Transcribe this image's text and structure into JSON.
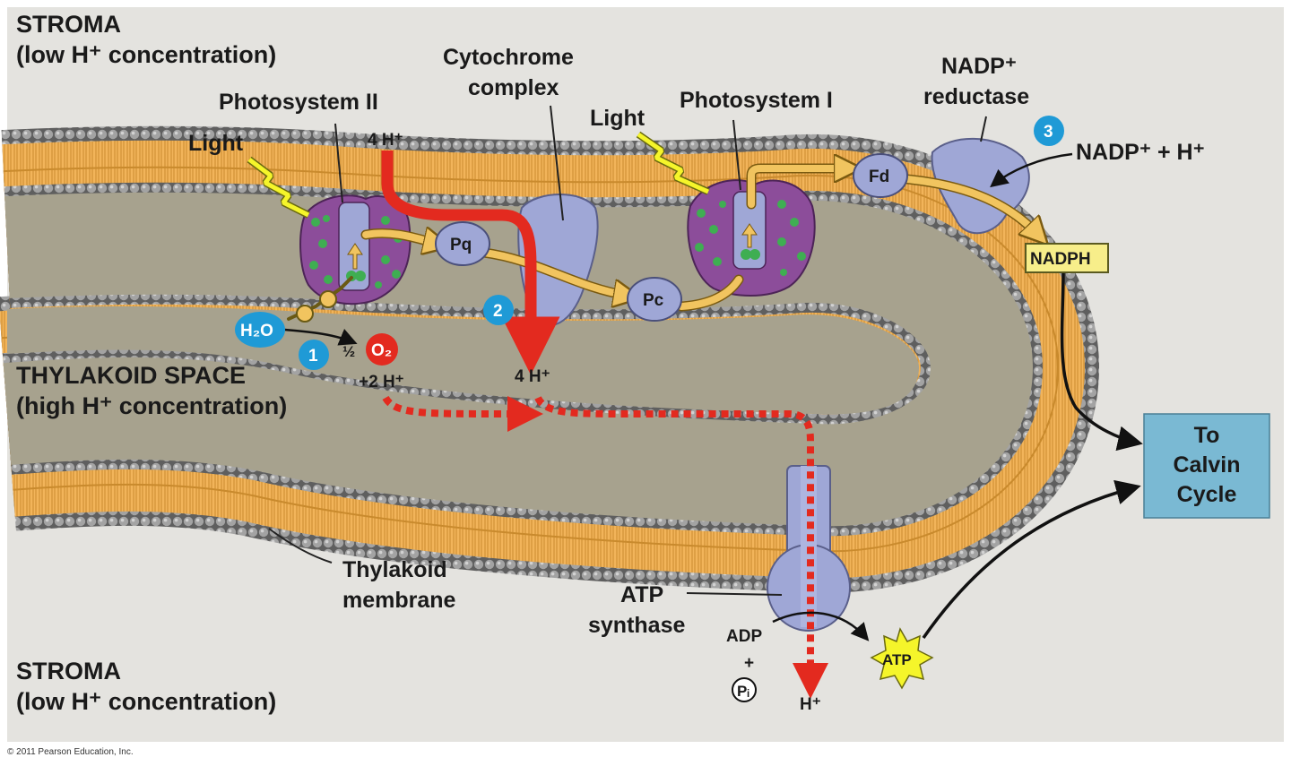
{
  "regions": {
    "stroma_top_title": "STROMA",
    "stroma_top_sub": "(low H⁺ concentration)",
    "thylakoid_space_title": "THYLAKOID SPACE",
    "thylakoid_space_sub": "(high H⁺ concentration)",
    "stroma_bottom_title": "STROMA",
    "stroma_bottom_sub": "(low H⁺ concentration)"
  },
  "components": {
    "photosystem_ii": "Photosystem II",
    "cytochrome_line1": "Cytochrome",
    "cytochrome_line2": "complex",
    "photosystem_i": "Photosystem I",
    "nadp_reductase_line1": "NADP⁺",
    "nadp_reductase_line2": "reductase",
    "thylakoid_membrane_line1": "Thylakoid",
    "thylakoid_membrane_line2": "membrane",
    "atp_synthase_line1": "ATP",
    "atp_synthase_line2": "synthase"
  },
  "carriers": {
    "pq": "Pq",
    "pc": "Pc",
    "fd": "Fd"
  },
  "light_labels": {
    "light1": "Light",
    "light2": "Light"
  },
  "molecules": {
    "four_h_top": "4 H⁺",
    "four_h_mid": "4 H⁺",
    "h2o": "H₂O",
    "half": "½",
    "o2": "O₂",
    "plus_2h": "+2 H⁺",
    "nadp_plus_h": "NADP⁺ + H⁺",
    "nadph": "NADPH",
    "adp": "ADP",
    "plus": "+",
    "pi": "Pᵢ",
    "h_plus_out": "H⁺",
    "atp": "ATP"
  },
  "steps": {
    "step1": "1",
    "step2": "2",
    "step3": "3"
  },
  "calvin": {
    "line1": "To",
    "line2": "Calvin",
    "line3": "Cycle"
  },
  "copyright": "© 2011 Pearson Education, Inc.",
  "colors": {
    "background": "#e4e3df",
    "lumen": "#a7a28e",
    "membrane_lipid": "#f0b45a",
    "head_group": "#8e8e8e",
    "protein": "#9fa7d6",
    "photosystem_purple": "#8c4d9a",
    "chlorophyll_green": "#3fae52",
    "proton_red": "#e32a1f",
    "electron_flow": "#f1c45f",
    "light_yellow": "#f5f52a",
    "step_blue": "#1f9ad6",
    "calvin_box": "#7ab9d3",
    "nadph_box": "#f7ee8a"
  }
}
